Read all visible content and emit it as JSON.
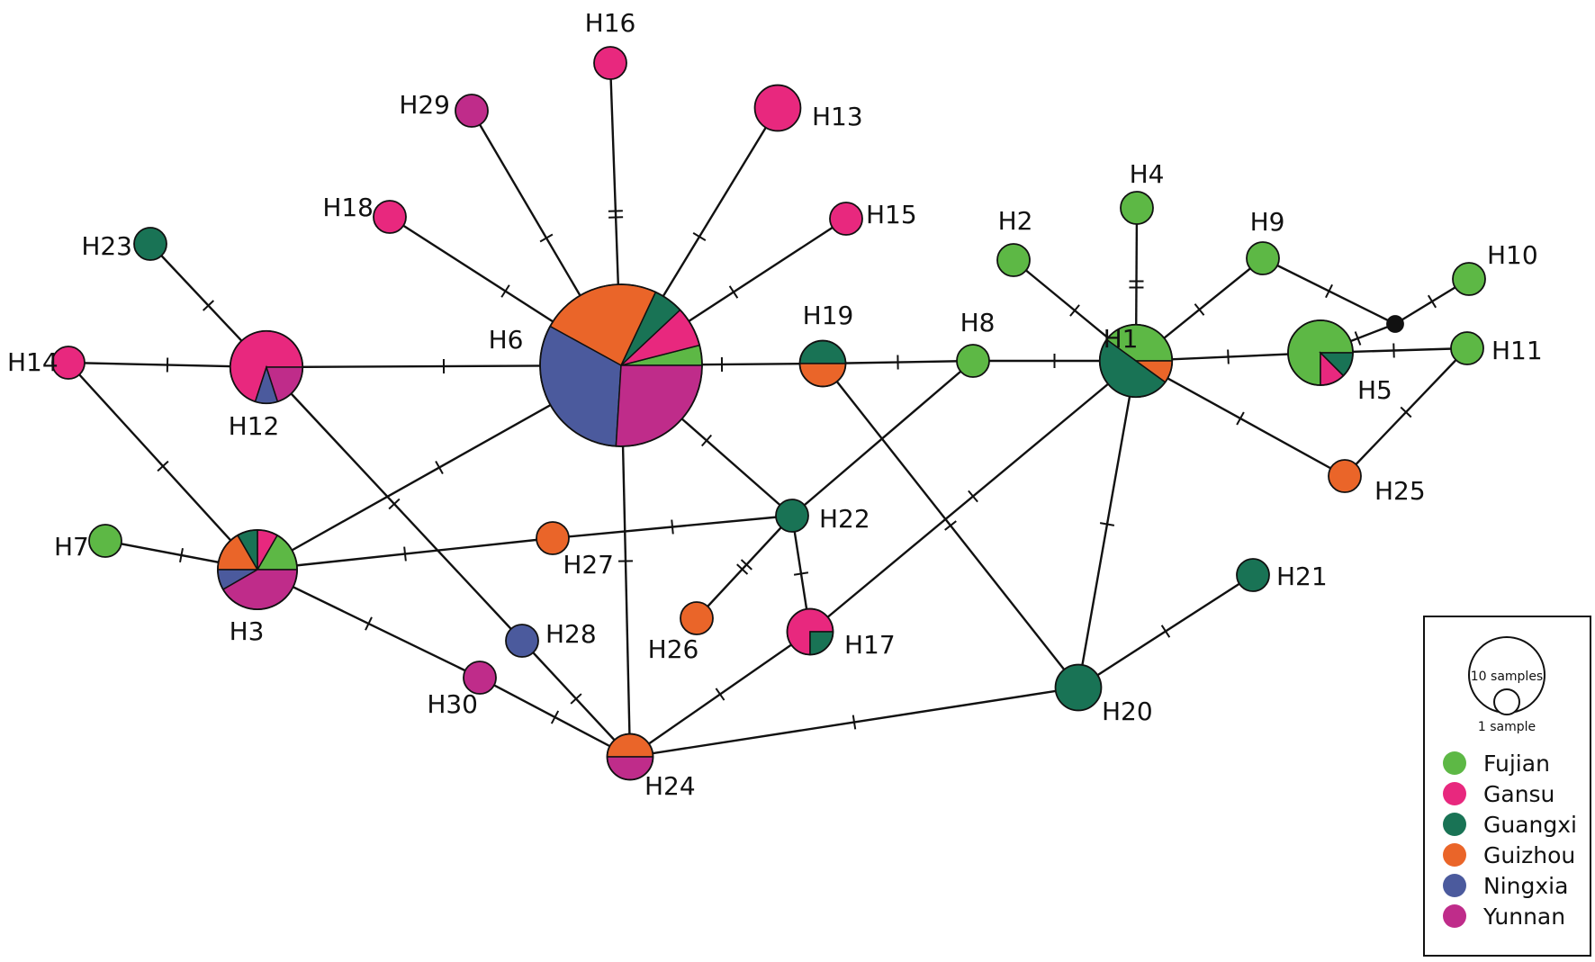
{
  "colors": {
    "Fujian": "#5DB845",
    "Gansu": "#E8287E",
    "Guangxi": "#197355",
    "Guizhou": "#EA6529",
    "Ningxia": "#4B5A9D",
    "Yunnan": "#BF2C8A",
    "median": "#111111",
    "edge": "#111111"
  },
  "legend": {
    "scale_big": "10 samples",
    "scale_small": "1 sample",
    "populations": [
      "Fujian",
      "Gansu",
      "Guangxi",
      "Guizhou",
      "Ningxia",
      "Yunnan"
    ]
  },
  "haplotypes": [
    {
      "id": "H1",
      "label": "H1",
      "n": 5,
      "comp": {
        "Fujian": 2,
        "Guangxi": 2.5,
        "Guizhou": 0.5
      }
    },
    {
      "id": "H2",
      "label": "H2",
      "n": 1,
      "comp": {
        "Fujian": 1
      }
    },
    {
      "id": "H3",
      "label": "H3",
      "n": 6,
      "comp": {
        "Fujian": 1,
        "Gansu": 0.5,
        "Guangxi": 0.5,
        "Guizhou": 1,
        "Ningxia": 0.5,
        "Yunnan": 2.5
      }
    },
    {
      "id": "H4",
      "label": "H4",
      "n": 1,
      "comp": {
        "Fujian": 1
      }
    },
    {
      "id": "H5",
      "label": "H5",
      "n": 4,
      "comp": {
        "Fujian": 3,
        "Gansu": 0.5,
        "Guangxi": 0.5
      }
    },
    {
      "id": "H6",
      "label": "H6",
      "n": 25,
      "comp": {
        "Fujian": 1,
        "Gansu": 2,
        "Guangxi": 1.5,
        "Guizhou": 6,
        "Ningxia": 8,
        "Yunnan": 6.5
      }
    },
    {
      "id": "H7",
      "label": "H7",
      "n": 1,
      "comp": {
        "Fujian": 1
      }
    },
    {
      "id": "H8",
      "label": "H8",
      "n": 1,
      "comp": {
        "Fujian": 1
      }
    },
    {
      "id": "H9",
      "label": "H9",
      "n": 1,
      "comp": {
        "Fujian": 1
      }
    },
    {
      "id": "H10",
      "label": "H10",
      "n": 1,
      "comp": {
        "Fujian": 1
      }
    },
    {
      "id": "H11",
      "label": "H11",
      "n": 1,
      "comp": {
        "Fujian": 1
      }
    },
    {
      "id": "H12",
      "label": "H12",
      "n": 5,
      "comp": {
        "Gansu": 3.5,
        "Ningxia": 0.5,
        "Yunnan": 1
      }
    },
    {
      "id": "H13",
      "label": "H13",
      "n": 2,
      "comp": {
        "Gansu": 2
      }
    },
    {
      "id": "H14",
      "label": "H14",
      "n": 1,
      "comp": {
        "Gansu": 1
      }
    },
    {
      "id": "H15",
      "label": "H15",
      "n": 1,
      "comp": {
        "Gansu": 1
      }
    },
    {
      "id": "H16",
      "label": "H16",
      "n": 1,
      "comp": {
        "Gansu": 1
      }
    },
    {
      "id": "H17",
      "label": "H17",
      "n": 2,
      "comp": {
        "Gansu": 1.5,
        "Guangxi": 0.5
      }
    },
    {
      "id": "H18",
      "label": "H18",
      "n": 1,
      "comp": {
        "Gansu": 1
      }
    },
    {
      "id": "H19",
      "label": "H19",
      "n": 2,
      "comp": {
        "Guangxi": 1,
        "Guizhou": 1
      }
    },
    {
      "id": "H20",
      "label": "H20",
      "n": 2,
      "comp": {
        "Guangxi": 2
      }
    },
    {
      "id": "H21",
      "label": "H21",
      "n": 1,
      "comp": {
        "Guangxi": 1
      }
    },
    {
      "id": "H22",
      "label": "H22",
      "n": 1,
      "comp": {
        "Guangxi": 1
      }
    },
    {
      "id": "H23",
      "label": "H23",
      "n": 1,
      "comp": {
        "Guangxi": 1
      }
    },
    {
      "id": "H24",
      "label": "H24",
      "n": 2,
      "comp": {
        "Guizhou": 1,
        "Yunnan": 1
      }
    },
    {
      "id": "H25",
      "label": "H25",
      "n": 1,
      "comp": {
        "Guizhou": 1
      }
    },
    {
      "id": "H26",
      "label": "H26",
      "n": 1,
      "comp": {
        "Guizhou": 1
      }
    },
    {
      "id": "H27",
      "label": "H27",
      "n": 1,
      "comp": {
        "Guizhou": 1
      }
    },
    {
      "id": "H28",
      "label": "H28",
      "n": 1,
      "comp": {
        "Ningxia": 1
      }
    },
    {
      "id": "H29",
      "label": "H29",
      "n": 1,
      "comp": {
        "Yunnan": 1
      }
    },
    {
      "id": "H30",
      "label": "H30",
      "n": 1,
      "comp": {
        "Yunnan": 1
      }
    },
    {
      "id": "mv1",
      "label": "",
      "n": 0,
      "median": true,
      "comp": {}
    }
  ],
  "edges": [
    {
      "from": "H6",
      "to": "H16",
      "steps": 2
    },
    {
      "from": "H6",
      "to": "H29",
      "steps": 1
    },
    {
      "from": "H6",
      "to": "H13",
      "steps": 1
    },
    {
      "from": "H6",
      "to": "H18",
      "steps": 1
    },
    {
      "from": "H6",
      "to": "H15",
      "steps": 1
    },
    {
      "from": "H6",
      "to": "H12",
      "steps": 1
    },
    {
      "from": "H6",
      "to": "H19",
      "steps": 1
    },
    {
      "from": "H6",
      "to": "H3",
      "steps": 1
    },
    {
      "from": "H6",
      "to": "H22",
      "steps": 1
    },
    {
      "from": "H6",
      "to": "H24",
      "steps": 1
    },
    {
      "from": "H12",
      "to": "H23",
      "steps": 1
    },
    {
      "from": "H12",
      "to": "H14",
      "steps": 1
    },
    {
      "from": "H12",
      "to": "H28",
      "steps": 1
    },
    {
      "from": "H14",
      "to": "H3",
      "steps": 1
    },
    {
      "from": "H3",
      "to": "H7",
      "steps": 1
    },
    {
      "from": "H3",
      "to": "H27",
      "steps": 1
    },
    {
      "from": "H3",
      "to": "H30",
      "steps": 1
    },
    {
      "from": "H27",
      "to": "H22",
      "steps": 1
    },
    {
      "from": "H22",
      "to": "H8",
      "steps": 0
    },
    {
      "from": "H22",
      "to": "H26",
      "steps": 2
    },
    {
      "from": "H22",
      "to": "H17",
      "steps": 1
    },
    {
      "from": "H19",
      "to": "H8",
      "steps": 1
    },
    {
      "from": "H19",
      "to": "H20",
      "steps": 1
    },
    {
      "from": "H8",
      "to": "H1",
      "steps": 1
    },
    {
      "from": "H1",
      "to": "H2",
      "steps": 1
    },
    {
      "from": "H1",
      "to": "H4",
      "steps": 2
    },
    {
      "from": "H1",
      "to": "H9",
      "steps": 1
    },
    {
      "from": "H1",
      "to": "H5",
      "steps": 1
    },
    {
      "from": "H1",
      "to": "H25",
      "steps": 1
    },
    {
      "from": "H1",
      "to": "H17",
      "steps": 1
    },
    {
      "from": "H1",
      "to": "H20",
      "steps": 1
    },
    {
      "from": "H9",
      "to": "mv1",
      "steps": 1
    },
    {
      "from": "mv1",
      "to": "H10",
      "steps": 1
    },
    {
      "from": "mv1",
      "to": "H5",
      "steps": 1
    },
    {
      "from": "H5",
      "to": "H11",
      "steps": 1
    },
    {
      "from": "H11",
      "to": "H25",
      "steps": 1
    },
    {
      "from": "H20",
      "to": "H21",
      "steps": 1
    },
    {
      "from": "H20",
      "to": "H24",
      "steps": 1
    },
    {
      "from": "H24",
      "to": "H17",
      "steps": 1
    },
    {
      "from": "H24",
      "to": "H28",
      "steps": 1
    },
    {
      "from": "H24",
      "to": "H30",
      "steps": 1
    }
  ]
}
